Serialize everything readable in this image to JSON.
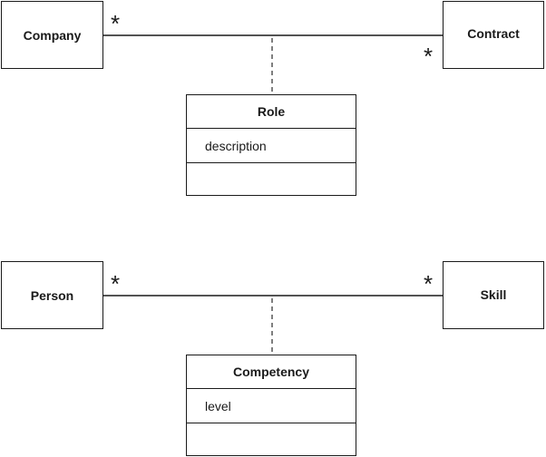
{
  "diagram": {
    "association1": {
      "left": "Company",
      "right": "Contract",
      "left_multiplicity": "*",
      "right_multiplicity": "*",
      "association_class": {
        "name": "Role",
        "attributes": [
          "description"
        ]
      }
    },
    "association2": {
      "left": "Person",
      "right": "Skill",
      "left_multiplicity": "*",
      "right_multiplicity": "*",
      "association_class": {
        "name": "Competency",
        "attributes": [
          "level"
        ]
      }
    }
  },
  "colors": {
    "line": "#1a1a1a",
    "dashed": "#555555"
  }
}
